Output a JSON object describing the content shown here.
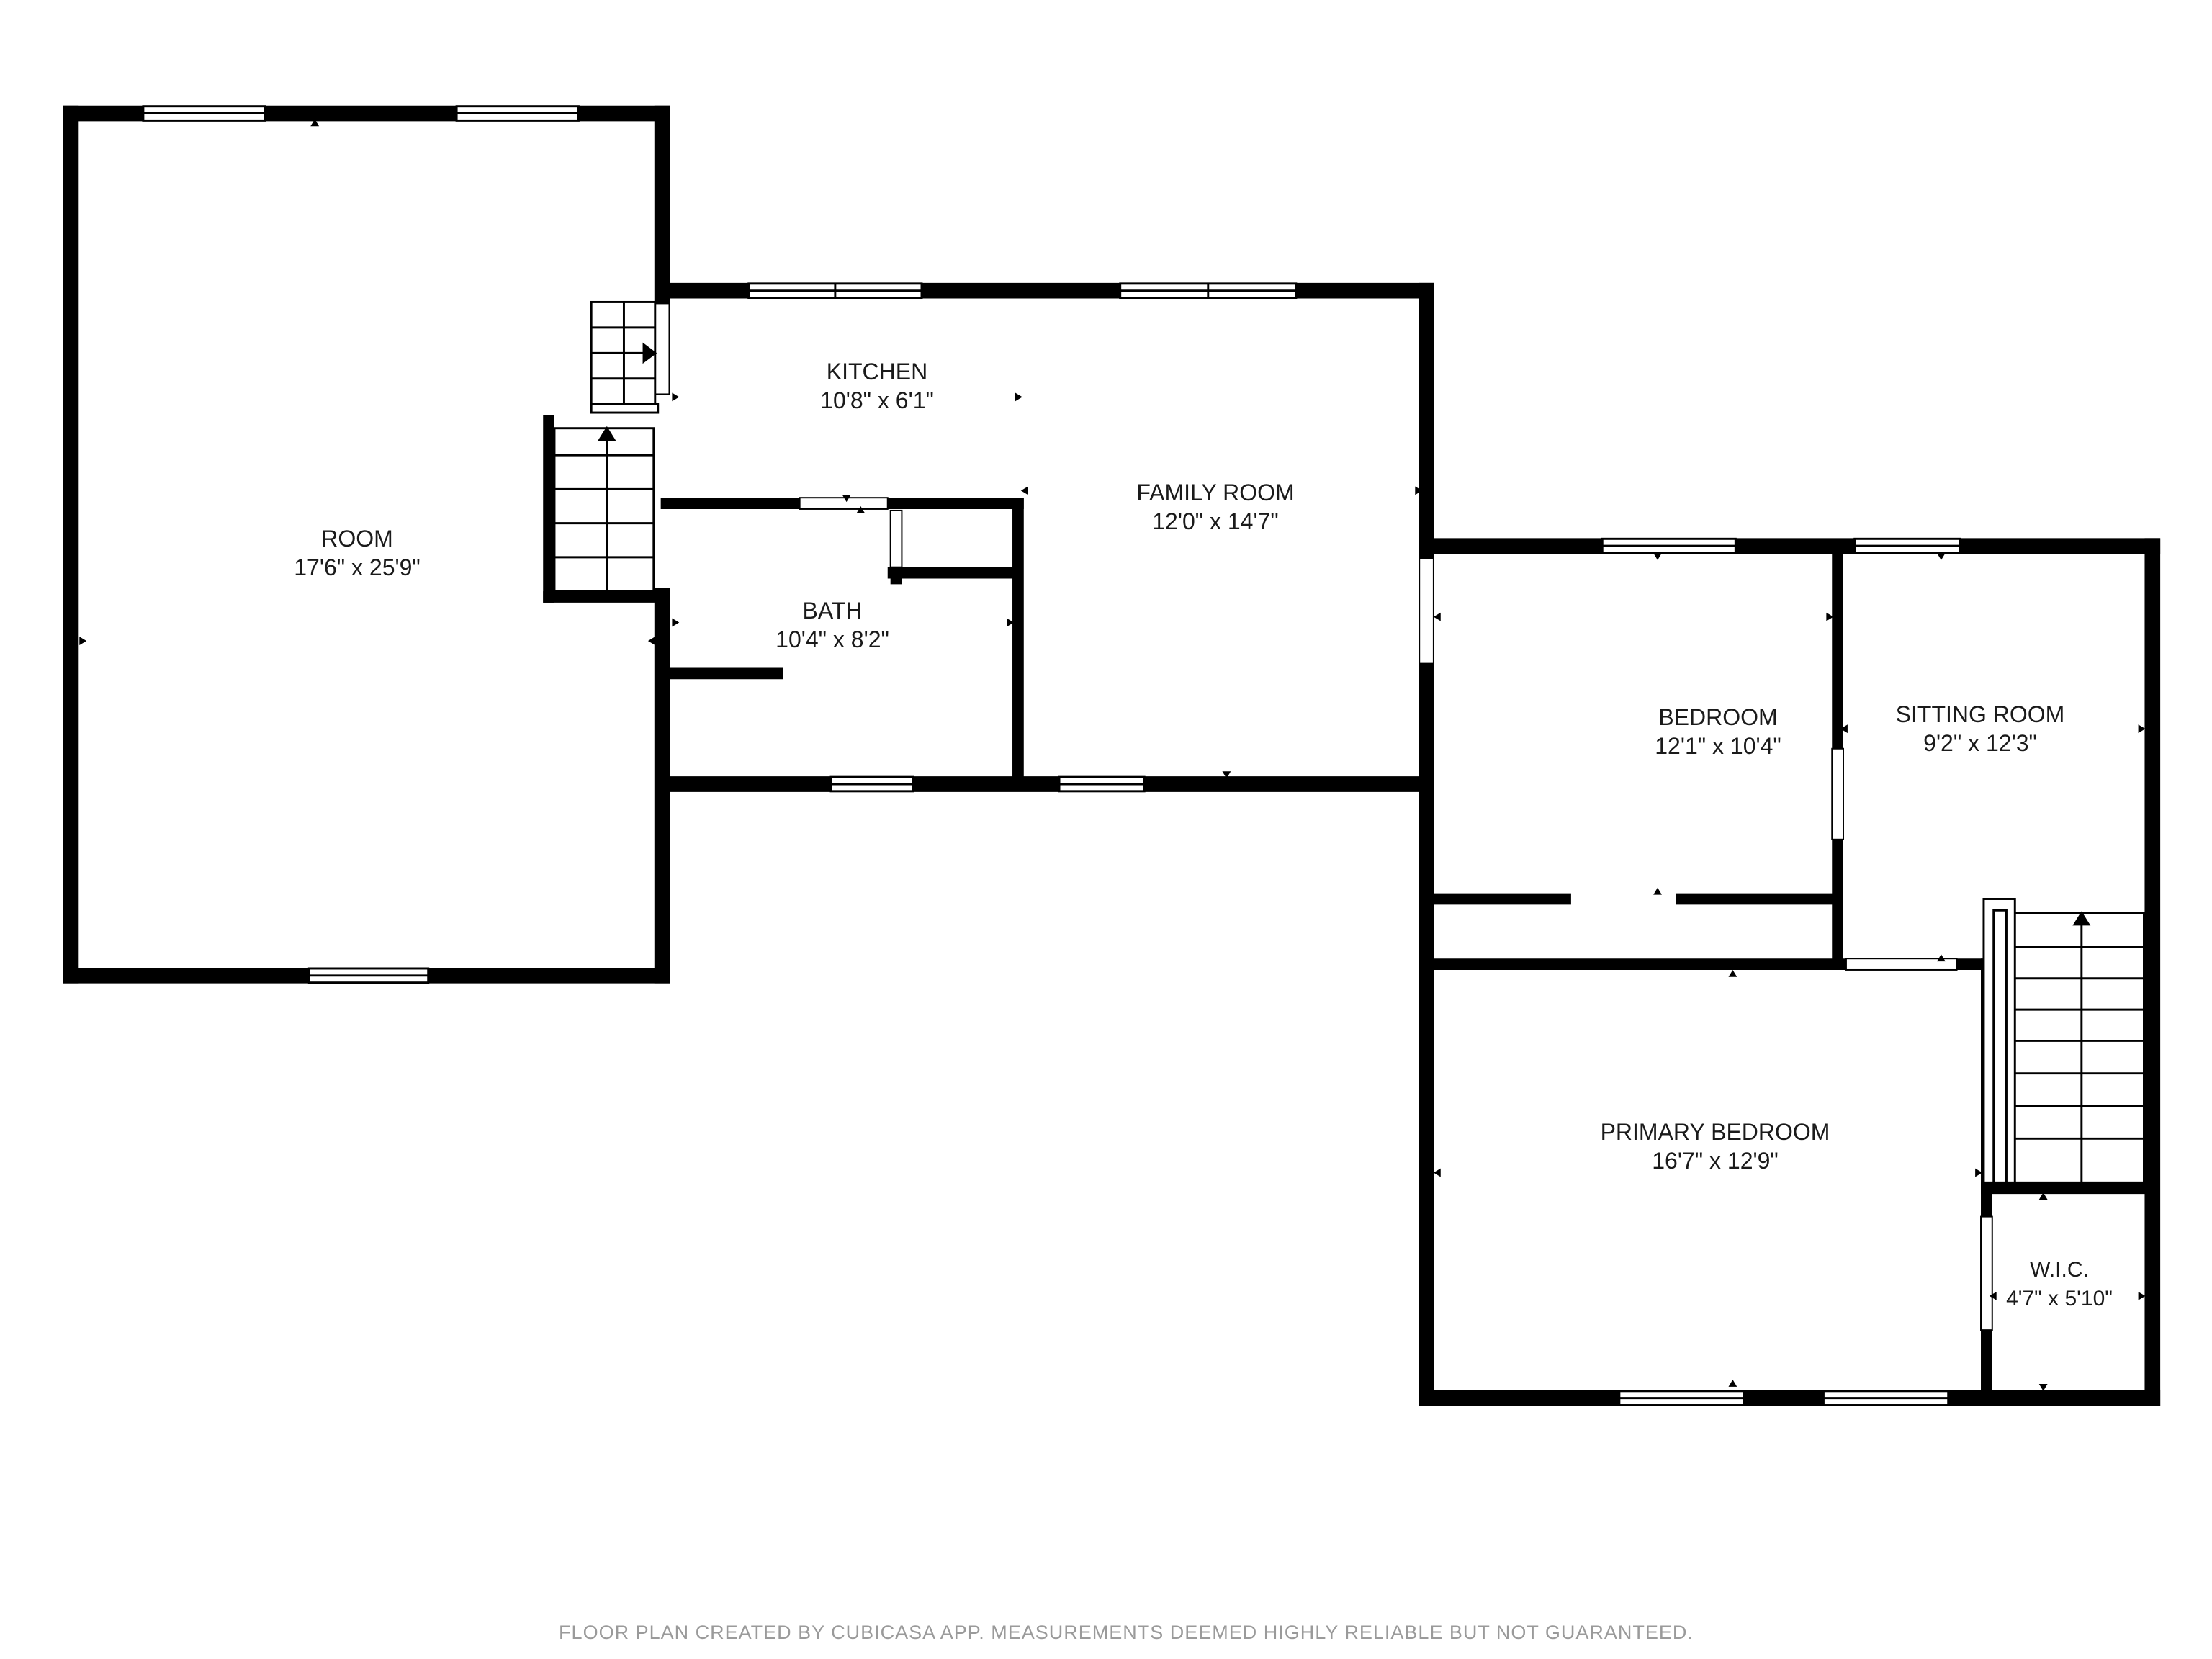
{
  "rooms": {
    "room": {
      "name": "ROOM",
      "dims": "17'6\" x 25'9\""
    },
    "kitchen": {
      "name": "KITCHEN",
      "dims": "10'8\" x 6'1\""
    },
    "family_room": {
      "name": "FAMILY ROOM",
      "dims": "12'0\" x 14'7\""
    },
    "bath": {
      "name": "BATH",
      "dims": "10'4\" x 8'2\""
    },
    "bedroom": {
      "name": "BEDROOM",
      "dims": "12'1\" x 10'4\""
    },
    "sitting_room": {
      "name": "SITTING ROOM",
      "dims": "9'2\" x 12'3\""
    },
    "primary_bedroom": {
      "name": "PRIMARY BEDROOM",
      "dims": "16'7\" x 12'9\""
    },
    "wic": {
      "name": "W.I.C.",
      "dims": "4'7\" x 5'10\""
    }
  },
  "footer": "FLOOR PLAN CREATED BY CUBICASA APP. MEASUREMENTS DEEMED HIGHLY RELIABLE BUT NOT GUARANTEED.",
  "colors": {
    "wall": "#000000",
    "background": "#ffffff",
    "footer_text": "#9a9a9a"
  }
}
